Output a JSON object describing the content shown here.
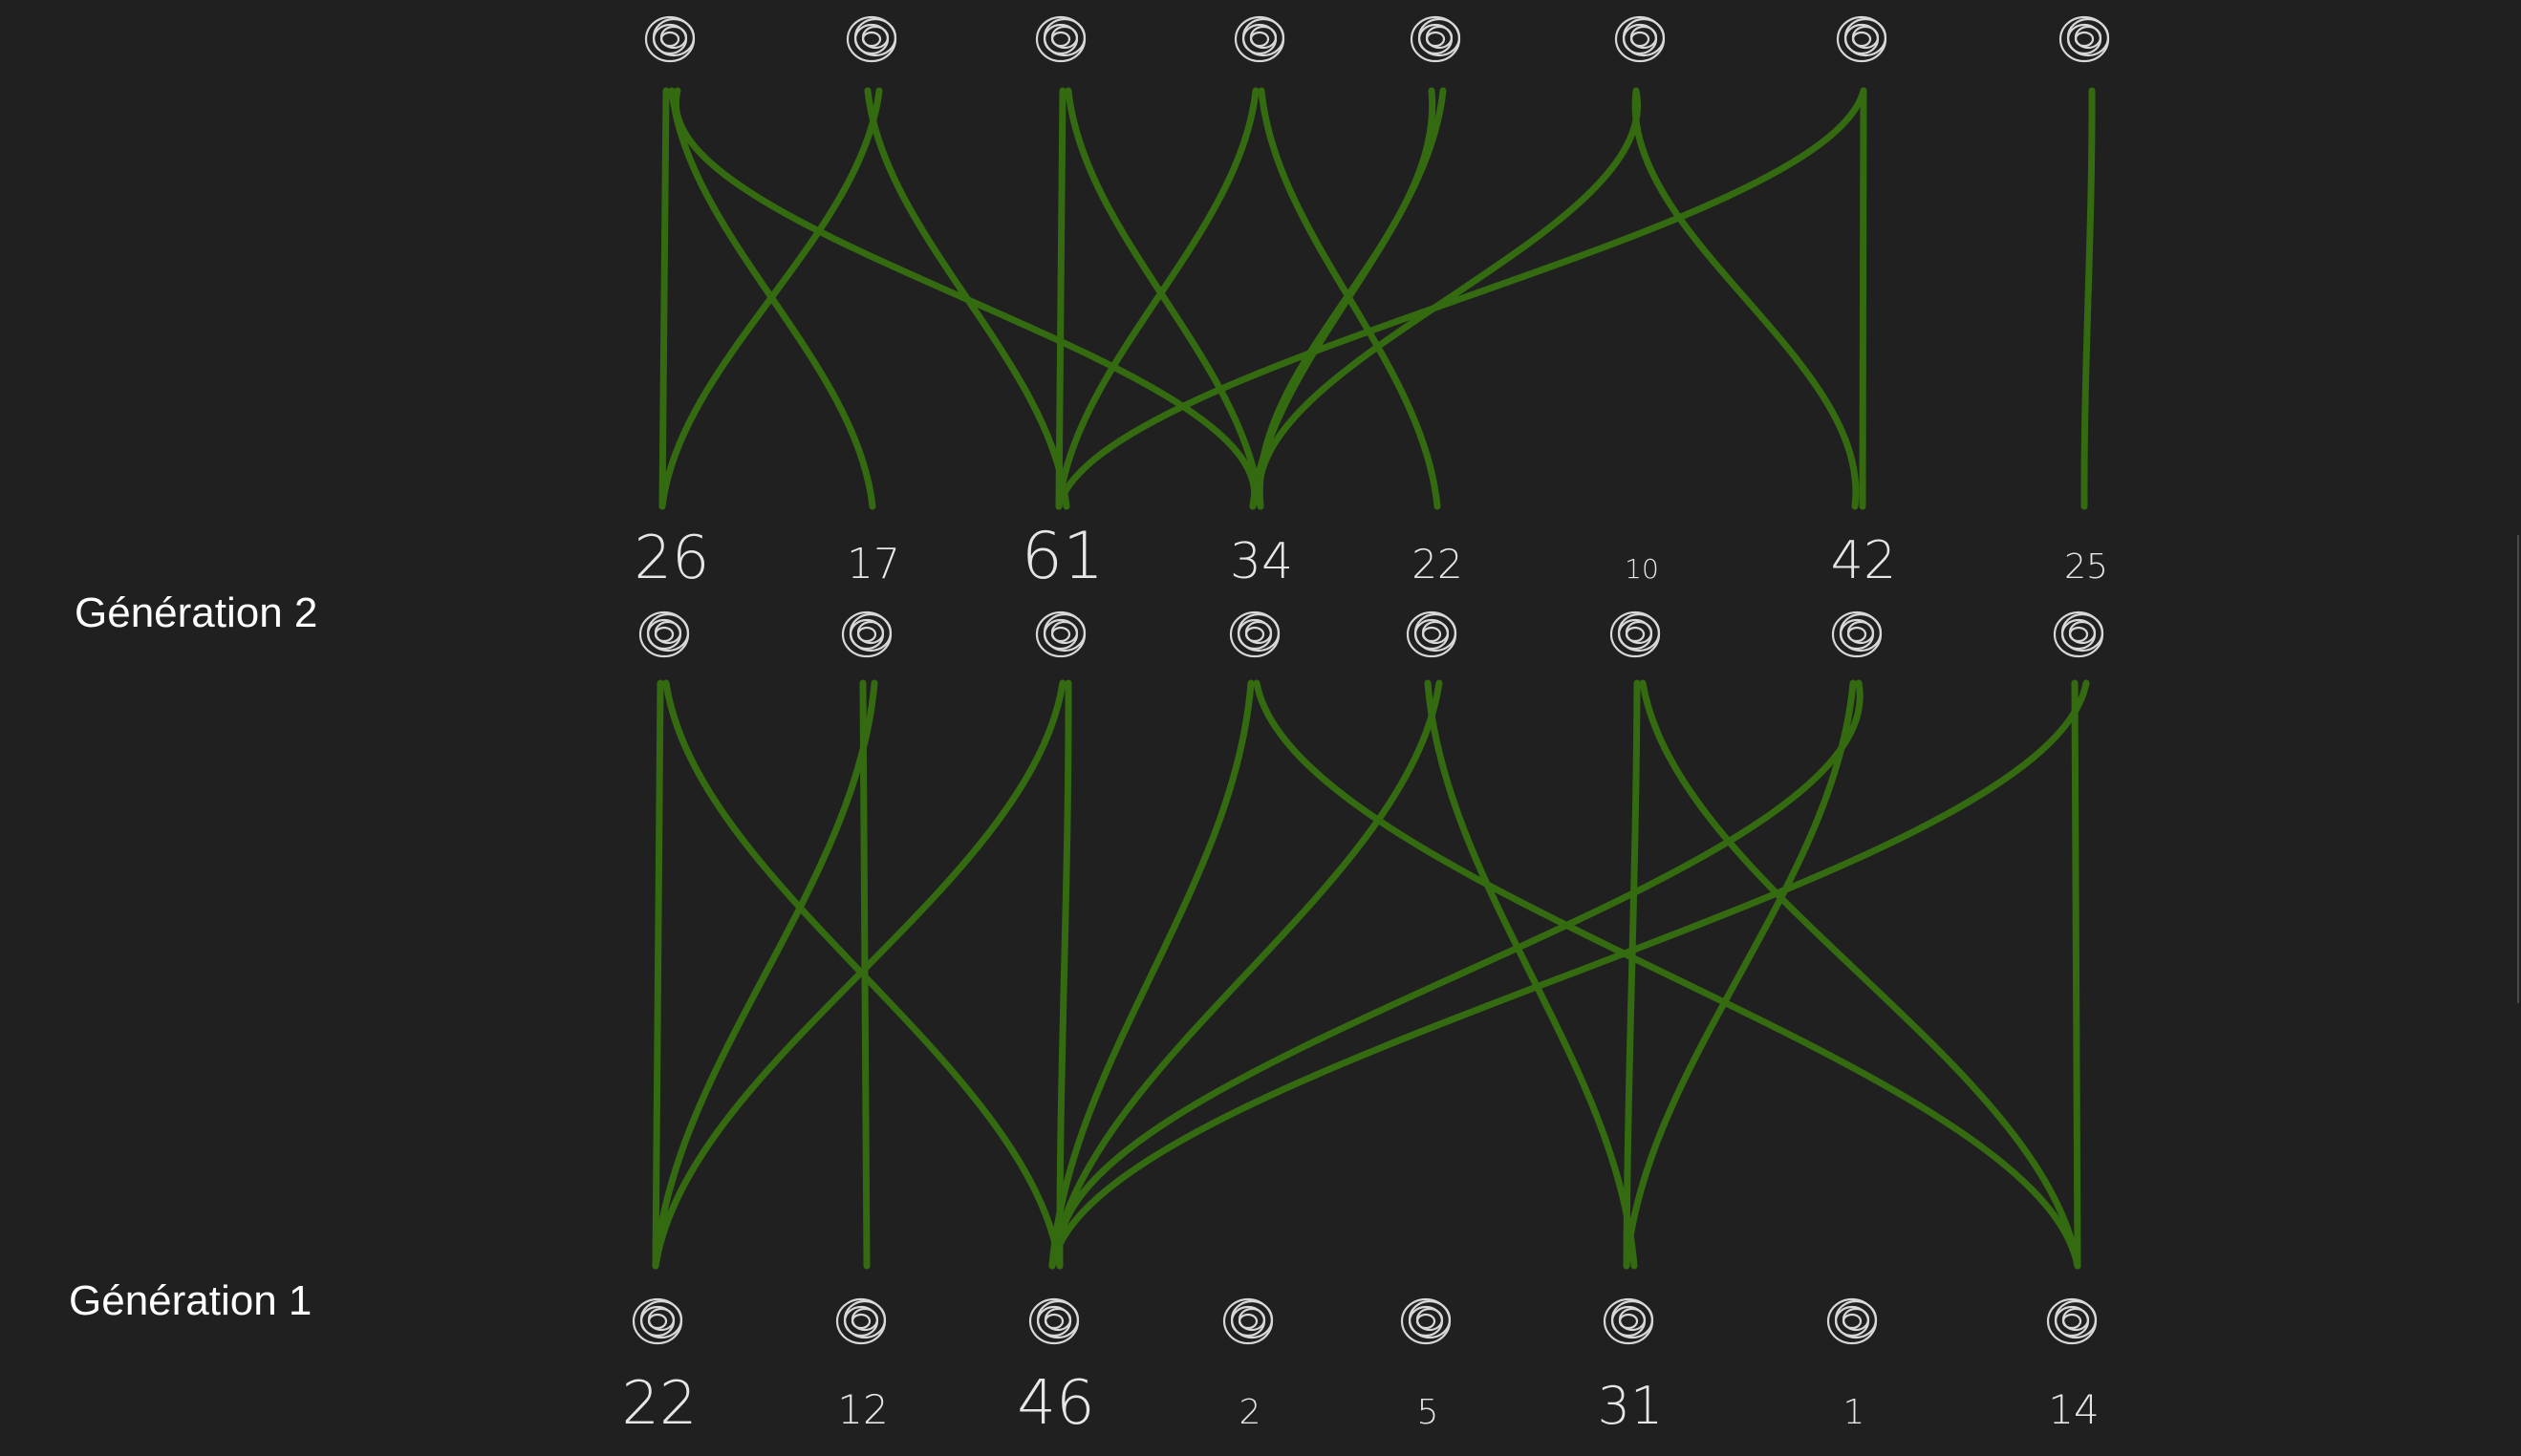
{
  "labels": {
    "generation_2": "Génération 2",
    "generation_1": "Génération 1"
  },
  "colors": {
    "background": "#202020",
    "link": "#346b10",
    "node": "#d8d8d8",
    "number": "#e6e6e6"
  },
  "rows": [
    {
      "id": "top",
      "nodes": [
        "",
        "",
        "",
        "",
        "",
        "",
        "",
        ""
      ],
      "numbers": [
        "26",
        "17",
        "61",
        "34",
        "22",
        "10",
        "42",
        "25"
      ]
    },
    {
      "id": "generation-2",
      "nodes": [
        "",
        "",
        "",
        "",
        "",
        "",
        "",
        ""
      ],
      "numbers": []
    },
    {
      "id": "generation-1",
      "nodes": [
        "",
        "",
        "",
        "",
        "",
        "",
        "",
        ""
      ],
      "numbers": [
        "22",
        "12",
        "46",
        "2",
        "5",
        "31",
        "1",
        "14"
      ]
    }
  ],
  "links": {
    "upper": [
      {
        "from": 0,
        "to": 0
      },
      {
        "from": 0,
        "to": 1
      },
      {
        "from": 1,
        "to": 0
      },
      {
        "from": 1,
        "to": 2
      },
      {
        "from": 2,
        "to": 2
      },
      {
        "from": 2,
        "to": 3
      },
      {
        "from": 3,
        "to": 2
      },
      {
        "from": 3,
        "to": 4
      },
      {
        "from": 4,
        "to": 3
      },
      {
        "from": 5,
        "to": 3
      },
      {
        "from": 6,
        "to": 2
      },
      {
        "from": 7,
        "to": 7
      },
      {
        "from": 5,
        "to": 6
      },
      {
        "from": 6,
        "to": 6
      },
      {
        "from": 0,
        "to": 3
      },
      {
        "from": 4,
        "to": 3
      }
    ],
    "lower": [
      {
        "from": 0,
        "to": 0
      },
      {
        "from": 0,
        "to": 2
      },
      {
        "from": 1,
        "to": 0
      },
      {
        "from": 1,
        "to": 1
      },
      {
        "from": 2,
        "to": 0
      },
      {
        "from": 2,
        "to": 2
      },
      {
        "from": 3,
        "to": 2
      },
      {
        "from": 3,
        "to": 7
      },
      {
        "from": 4,
        "to": 2
      },
      {
        "from": 4,
        "to": 5
      },
      {
        "from": 5,
        "to": 5
      },
      {
        "from": 5,
        "to": 7
      },
      {
        "from": 6,
        "to": 5
      },
      {
        "from": 6,
        "to": 2
      },
      {
        "from": 7,
        "to": 2
      },
      {
        "from": 7,
        "to": 7
      }
    ]
  }
}
